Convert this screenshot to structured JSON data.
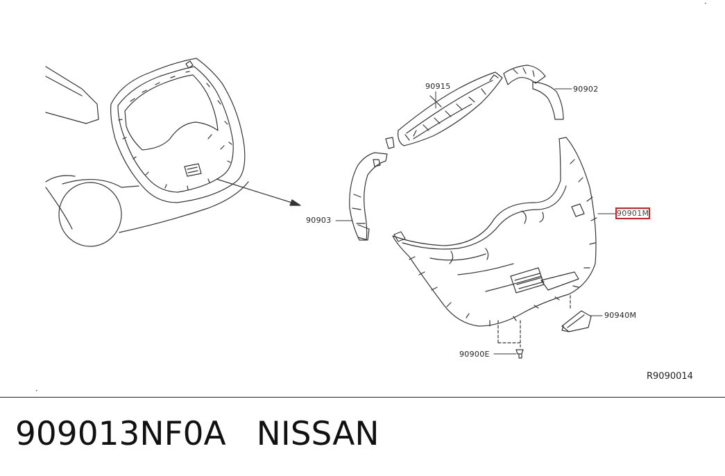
{
  "callouts": {
    "p90915": "90915",
    "p90902": "90902",
    "p90903": "90903",
    "p90901M": "90901M",
    "p90940M": "90940M",
    "p90900E": "90900E"
  },
  "highlight_color": "#e0191b",
  "reference_code": "R9090014",
  "footer": {
    "part_number": "909013NF0A",
    "brand": "NISSAN"
  }
}
